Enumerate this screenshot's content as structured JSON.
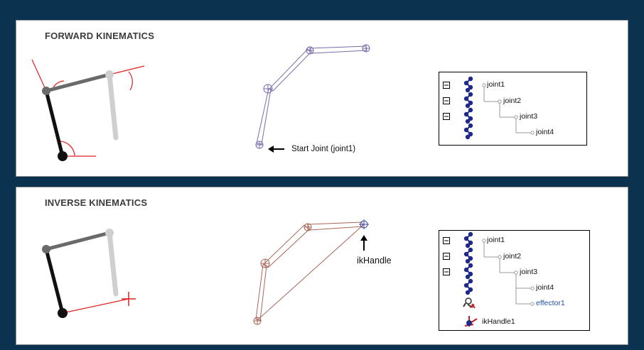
{
  "fk": {
    "title": "FORWARD KINEMATICS",
    "annotation": "Start Joint (joint1)",
    "outliner": {
      "nodes": [
        "joint1",
        "joint2",
        "joint3",
        "joint4"
      ]
    }
  },
  "ik": {
    "title": "INVERSE KINEMATICS",
    "annotation": "ikHandle",
    "outliner": {
      "nodes": [
        "joint1",
        "joint2",
        "joint3",
        "joint4",
        "effector1",
        "ikHandle1"
      ]
    }
  },
  "colors": {
    "background": "#0b3350",
    "angle_marker": "#e02020",
    "bone_dark": "#111111",
    "bone_mid": "#6a6a6a",
    "bone_light": "#cfcfcf",
    "fk_joint_chain": "#7a6aa8",
    "ik_joint_chain": "#a8675a",
    "outliner_icon": "#1e2a8a",
    "effector_text": "#1f4fa8"
  },
  "icons": {
    "collapse": "minus-box-icon",
    "joint": "joint-chain-icon",
    "effector": "effector-icon",
    "ik_handle": "ik-handle-icon",
    "arrow_left": "arrow-left-icon",
    "arrow_up": "arrow-up-icon"
  }
}
